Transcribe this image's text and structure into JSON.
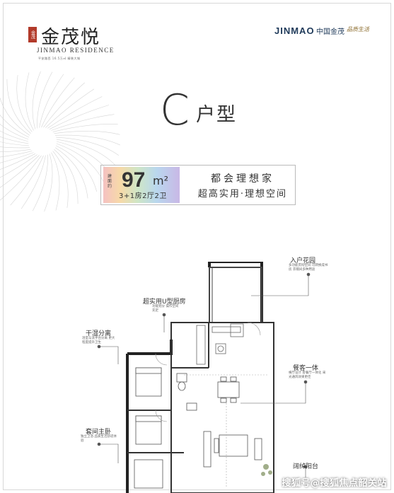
{
  "brand": {
    "seal_text": "金茂",
    "name_cn": "金茂悦",
    "name_en": "JINMAO RESIDENCE",
    "subline": "平安路西 16.5万㎡ 精装大城"
  },
  "header_right": {
    "logo_en": "JINMAO",
    "logo_cn": "中国金茂",
    "tagline": "品质生活"
  },
  "unit_type": {
    "letter": "C",
    "suffix": "户型"
  },
  "info": {
    "area_label": "建面约",
    "area_value": "97",
    "area_unit": "m²",
    "layout": "3+1房2厅2卫",
    "slogan_line1": "都会理想家",
    "slogan_line2": "超高实用·理想空间"
  },
  "callouts": {
    "entry_garden": {
      "title": "入户花园",
      "desc": "多功能贯彻空间 可转换成书房 衣帽间多种用途"
    },
    "kitchen": {
      "title": "超实用U型厨房",
      "desc": "功能划分 操作空间充足"
    },
    "dry_wet": {
      "title": "干湿分离",
      "desc": "浴室与洗手台分离 更大程度提升卫生"
    },
    "living_dining": {
      "title": "餐客一体",
      "desc": "横厅设计 客餐厅一体化 采光通风效果更佳"
    },
    "master": {
      "title": "套间主卧",
      "desc": "独立卫浴 品质生活舒适体验"
    },
    "balcony": {
      "title": "阔绰阳台"
    }
  },
  "watermark": "搜狐号@搜狐焦点韶关站"
}
